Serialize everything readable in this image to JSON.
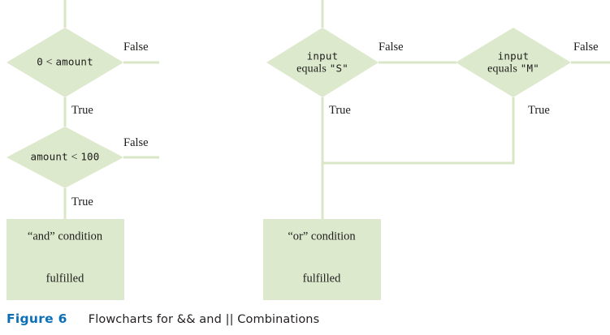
{
  "figure": {
    "caption_number": "Figure 6",
    "caption_title": "Flowcharts for && and || Combinations",
    "caption_number_color": "#0b6fb8",
    "shape_fill_color": "#dde9cd",
    "connector_color": "#d9e7c6",
    "text_color": "#1d1d1b"
  },
  "chart_data": {
    "type": "diagram",
    "title": "Flowcharts for && and || Combinations",
    "diagrams": [
      {
        "name": "and-flowchart",
        "operator": "&&",
        "nodes": [
          {
            "id": "d1",
            "type": "decision",
            "text": "0 < amount"
          },
          {
            "id": "d2",
            "type": "decision",
            "text": "amount < 100"
          },
          {
            "id": "p1",
            "type": "process",
            "text": "“and” condition fulfilled"
          }
        ],
        "edges": [
          {
            "from": "entry",
            "to": "d1",
            "label": ""
          },
          {
            "from": "d1",
            "to": "d2",
            "label": "True"
          },
          {
            "from": "d1",
            "to": "exit-right",
            "label": "False"
          },
          {
            "from": "d2",
            "to": "p1",
            "label": "True"
          },
          {
            "from": "d2",
            "to": "exit-right",
            "label": "False"
          }
        ]
      },
      {
        "name": "or-flowchart",
        "operator": "||",
        "nodes": [
          {
            "id": "d3",
            "type": "decision",
            "text": "input equals \"S\""
          },
          {
            "id": "d4",
            "type": "decision",
            "text": "input equals \"M\""
          },
          {
            "id": "p2",
            "type": "process",
            "text": "“or” condition fulfilled"
          }
        ],
        "edges": [
          {
            "from": "entry",
            "to": "d3",
            "label": ""
          },
          {
            "from": "d3",
            "to": "d4",
            "label": "False"
          },
          {
            "from": "d3",
            "to": "merge",
            "label": "True"
          },
          {
            "from": "d4",
            "to": "merge",
            "label": "True"
          },
          {
            "from": "d4",
            "to": "exit-right",
            "label": "False"
          },
          {
            "from": "merge",
            "to": "p2",
            "label": ""
          }
        ]
      }
    ]
  },
  "and_chart": {
    "decision1": {
      "text": "0 < amount",
      "code_left": "0",
      "operator": "<",
      "code_right": "amount"
    },
    "decision1_false": "False",
    "decision1_true": "True",
    "decision2": {
      "text": "amount < 100",
      "code_left": "amount",
      "operator": "<",
      "code_right": "100"
    },
    "decision2_false": "False",
    "decision2_true": "True",
    "result_box": {
      "line1": "“and” condition",
      "line2": "fulfilled"
    }
  },
  "or_chart": {
    "decision1": {
      "line1": "input",
      "line2_prefix": "equals ",
      "line2_value": "\"S\""
    },
    "decision1_false": "False",
    "decision1_true": "True",
    "decision2": {
      "line1": "input",
      "line2_prefix": "equals ",
      "line2_value": "\"M\""
    },
    "decision2_false": "False",
    "decision2_true": "True",
    "result_box": {
      "line1": "“or” condition",
      "line2": "fulfilled"
    }
  }
}
